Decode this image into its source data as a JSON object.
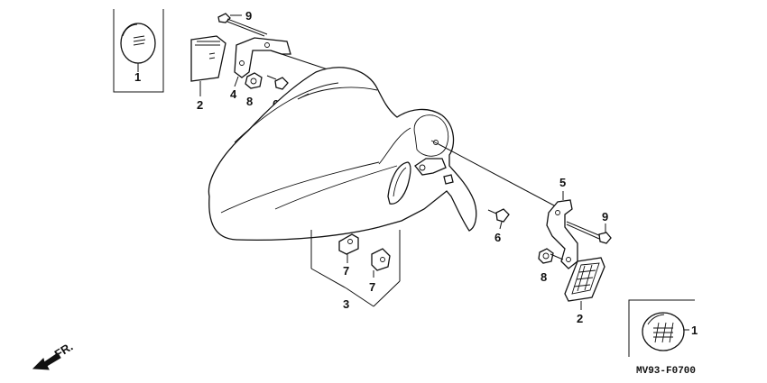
{
  "diagram": {
    "code": "MV93-F0700",
    "direction_label": "FR.",
    "callouts": {
      "c1_top": "1",
      "c1_bottom": "1",
      "c2_left": "2",
      "c2_right": "2",
      "c3": "3",
      "c4": "4",
      "c5": "5",
      "c6_top": "6",
      "c6_mid": "6",
      "c7_left": "7",
      "c7_right": "7",
      "c8_top": "8",
      "c8_right": "8",
      "c9_top": "9",
      "c9_right": "9"
    }
  }
}
